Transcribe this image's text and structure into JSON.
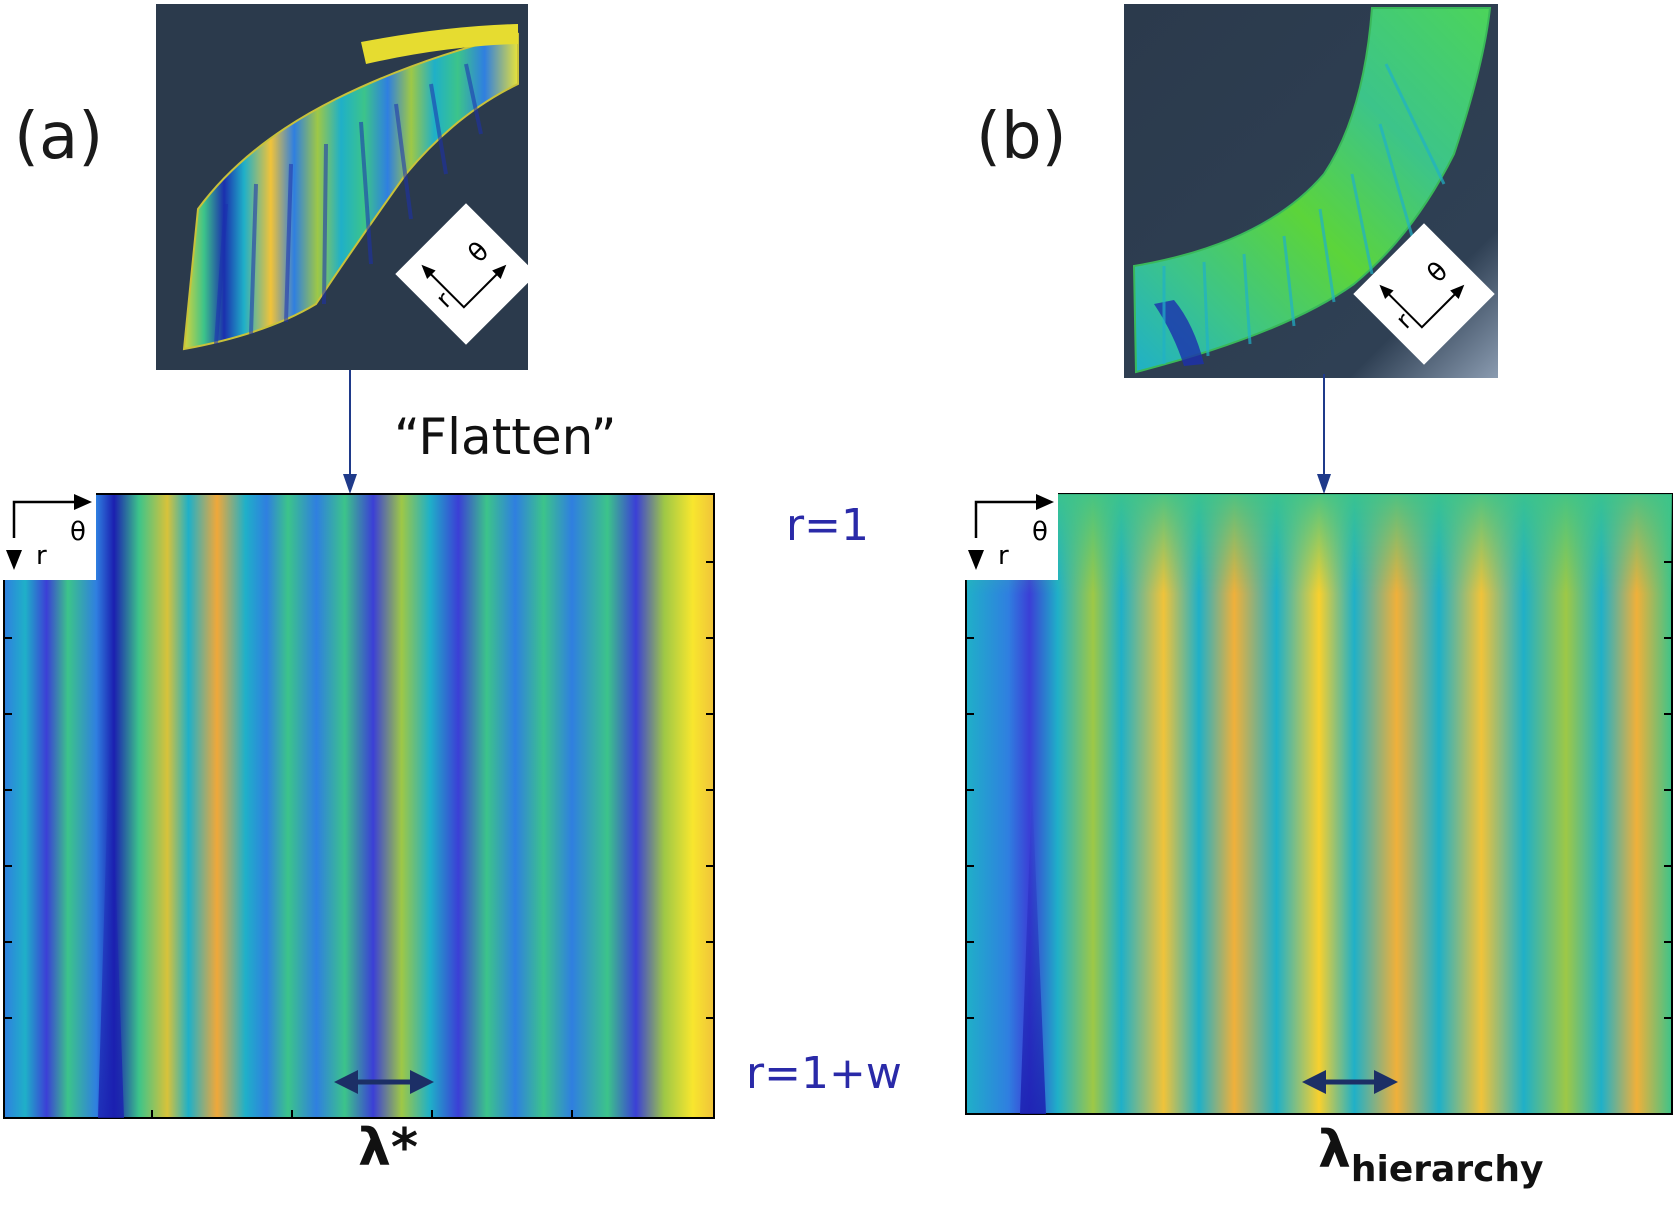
{
  "panel_a": {
    "label": "(a)",
    "flatten_label": "“Flatten”",
    "axis_theta": "θ",
    "axis_r": "r",
    "lambda_label": "λ*"
  },
  "panel_b": {
    "label": "(b)",
    "axis_theta": "θ",
    "axis_r": "r",
    "lambda_main": "λ",
    "lambda_sub": "hierarchy"
  },
  "r_top_label": "r=1",
  "r_bottom_label": "r=1+w",
  "colors": {
    "render_bg": "#2b3a4c",
    "arrow_blue": "#1f3a8a",
    "double_arrow": "#1c2f66",
    "label_blue": "#2a2aa8",
    "colormap": [
      "#3b3fd6",
      "#2f7fe0",
      "#1fb0c8",
      "#3cc48a",
      "#9ec846",
      "#f0c33a",
      "#f8e62e"
    ]
  }
}
